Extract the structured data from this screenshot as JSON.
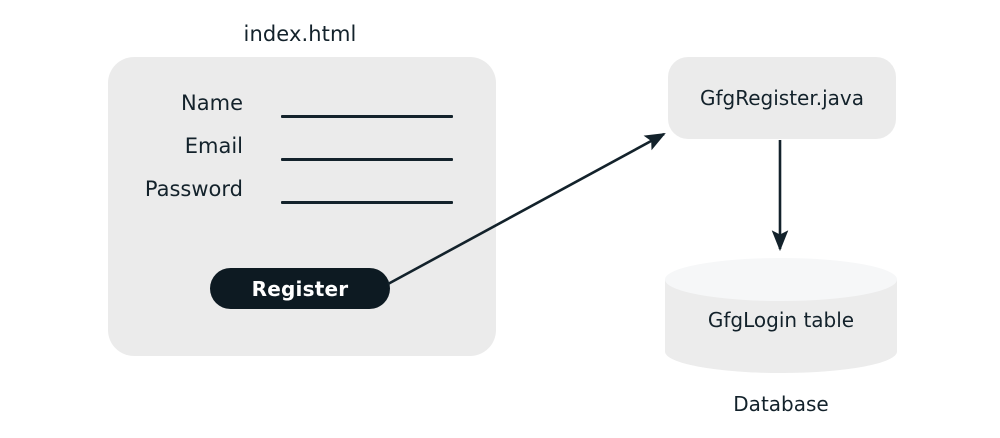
{
  "diagram": {
    "title": "index.html",
    "colors": {
      "background": "#ffffff",
      "panel": "#ebebeb",
      "ink": "#13222b",
      "button": "#0d1a22",
      "button_text": "#ffffff",
      "cylinder_body": "#ececec",
      "cylinder_top": "#f6f7f8"
    },
    "form": {
      "title": "index.html",
      "fields": [
        {
          "label": "Name",
          "value": "",
          "placeholder": ""
        },
        {
          "label": "Email",
          "value": "",
          "placeholder": ""
        },
        {
          "label": "Password",
          "value": "",
          "placeholder": ""
        }
      ],
      "submit_label": "Register"
    },
    "servlet": {
      "label": "GfgRegister.java"
    },
    "database": {
      "table_label": "GfgLogin table",
      "caption": "Database"
    },
    "connectors": [
      {
        "name": "register-to-servlet",
        "from": "Register",
        "to": "GfgRegister.java",
        "style": "arrow"
      },
      {
        "name": "servlet-to-database",
        "from": "GfgRegister.java",
        "to": "GfgLogin table",
        "style": "arrow"
      }
    ]
  }
}
